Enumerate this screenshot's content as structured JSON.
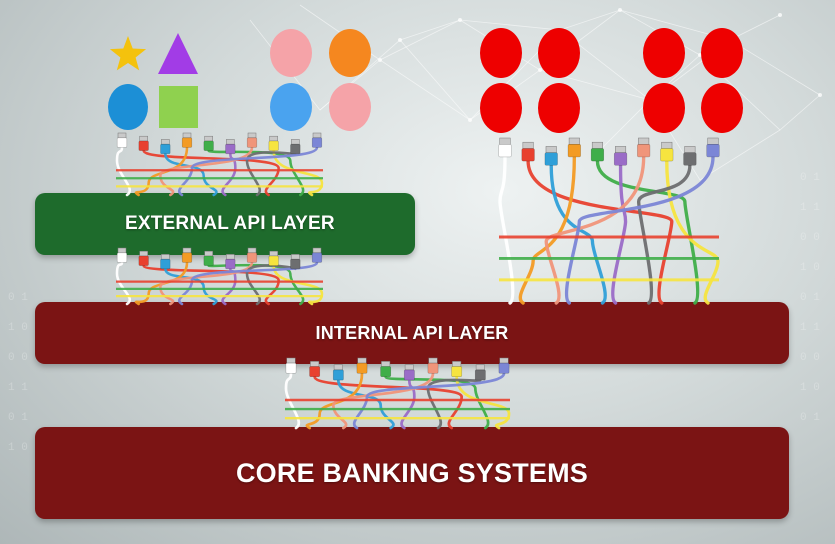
{
  "layers": {
    "external": {
      "label": "EXTERNAL API LAYER",
      "color": "#1e6b2c"
    },
    "internal": {
      "label": "INTERNAL API LAYER",
      "color": "#7b1414"
    },
    "core": {
      "label": "CORE BANKING SYSTEMS",
      "color": "#7b1414"
    }
  },
  "consumers": {
    "shapes_group": [
      "star",
      "triangle",
      "circle",
      "square"
    ],
    "shape_colors": {
      "star": "#f4c20d",
      "triangle": "#a23ce6",
      "circle": "#1c8fd6",
      "square": "#8fd14f"
    },
    "pastel_group_colors": [
      "#f5a3a8",
      "#f5871f",
      "#4aa3ef",
      "#f5a3a8"
    ],
    "red_group_color": "#ee0000"
  },
  "cable_colors": [
    "#ffffff",
    "#e8412f",
    "#2f9fd8",
    "#f39b24",
    "#3fae49",
    "#9a6cc7",
    "#f0957a",
    "#f6e43f",
    "#6d6e70",
    "#7b86d6"
  ]
}
